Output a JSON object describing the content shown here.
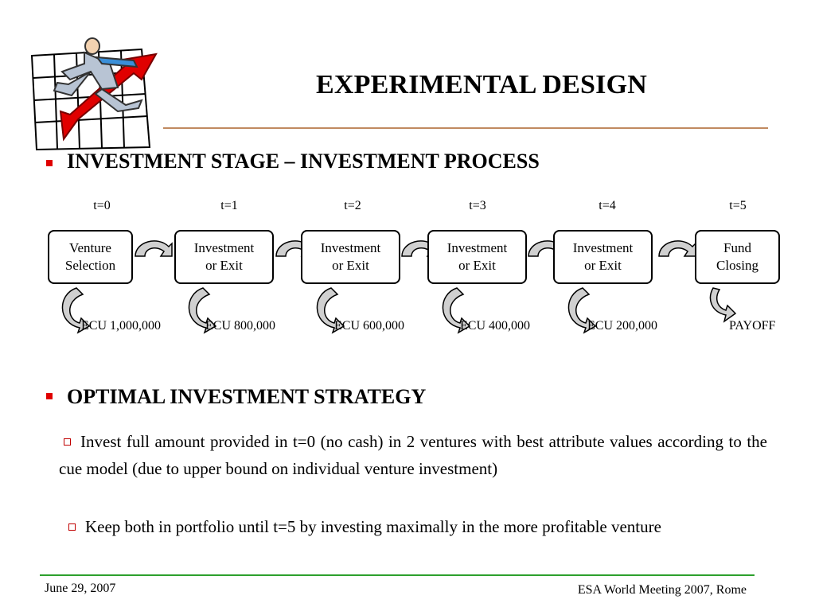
{
  "title": "EXPERIMENTAL DESIGN",
  "section1": {
    "heading": "INVESTMENT STAGE – INVESTMENT PROCESS"
  },
  "timeline": {
    "times": [
      "t=0",
      "t=1",
      "t=2",
      "t=3",
      "t=4",
      "t=5"
    ],
    "stages": [
      "Venture\nSelection",
      "Investment\nor Exit",
      "Investment\nor Exit",
      "Investment\nor Exit",
      "Investment\nor Exit",
      "Fund\nClosing"
    ],
    "amounts": [
      "ECU 1,000,000",
      "ECU 800,000",
      "ECU 600,000",
      "ECU 400,000",
      "ECU 200,000",
      "PAYOFF"
    ]
  },
  "section2": {
    "heading": "OPTIMAL INVESTMENT STRATEGY",
    "points": [
      "Invest full amount provided in t=0 (no cash) in 2 ventures with best attribute values according to the cue model (due to upper bound on individual venture investment)",
      "Keep both in portfolio until t=5 by investing maximally in the more profitable venture"
    ]
  },
  "footer": {
    "date": "June 29, 2007",
    "conference": "ESA World Meeting 2007, Rome"
  },
  "colors": {
    "bullet": "#e00000",
    "title_rule": "#c08a60",
    "footer_rule": "#2ca02c",
    "arrow_fill": "#d0d0d0"
  },
  "icons": {
    "clipart": "businessman-riding-falling-arrow-chart-icon",
    "bullet": "square-bullet-icon",
    "sub_bullet": "hollow-square-bullet-icon",
    "connector": "curved-arrow-icon"
  }
}
